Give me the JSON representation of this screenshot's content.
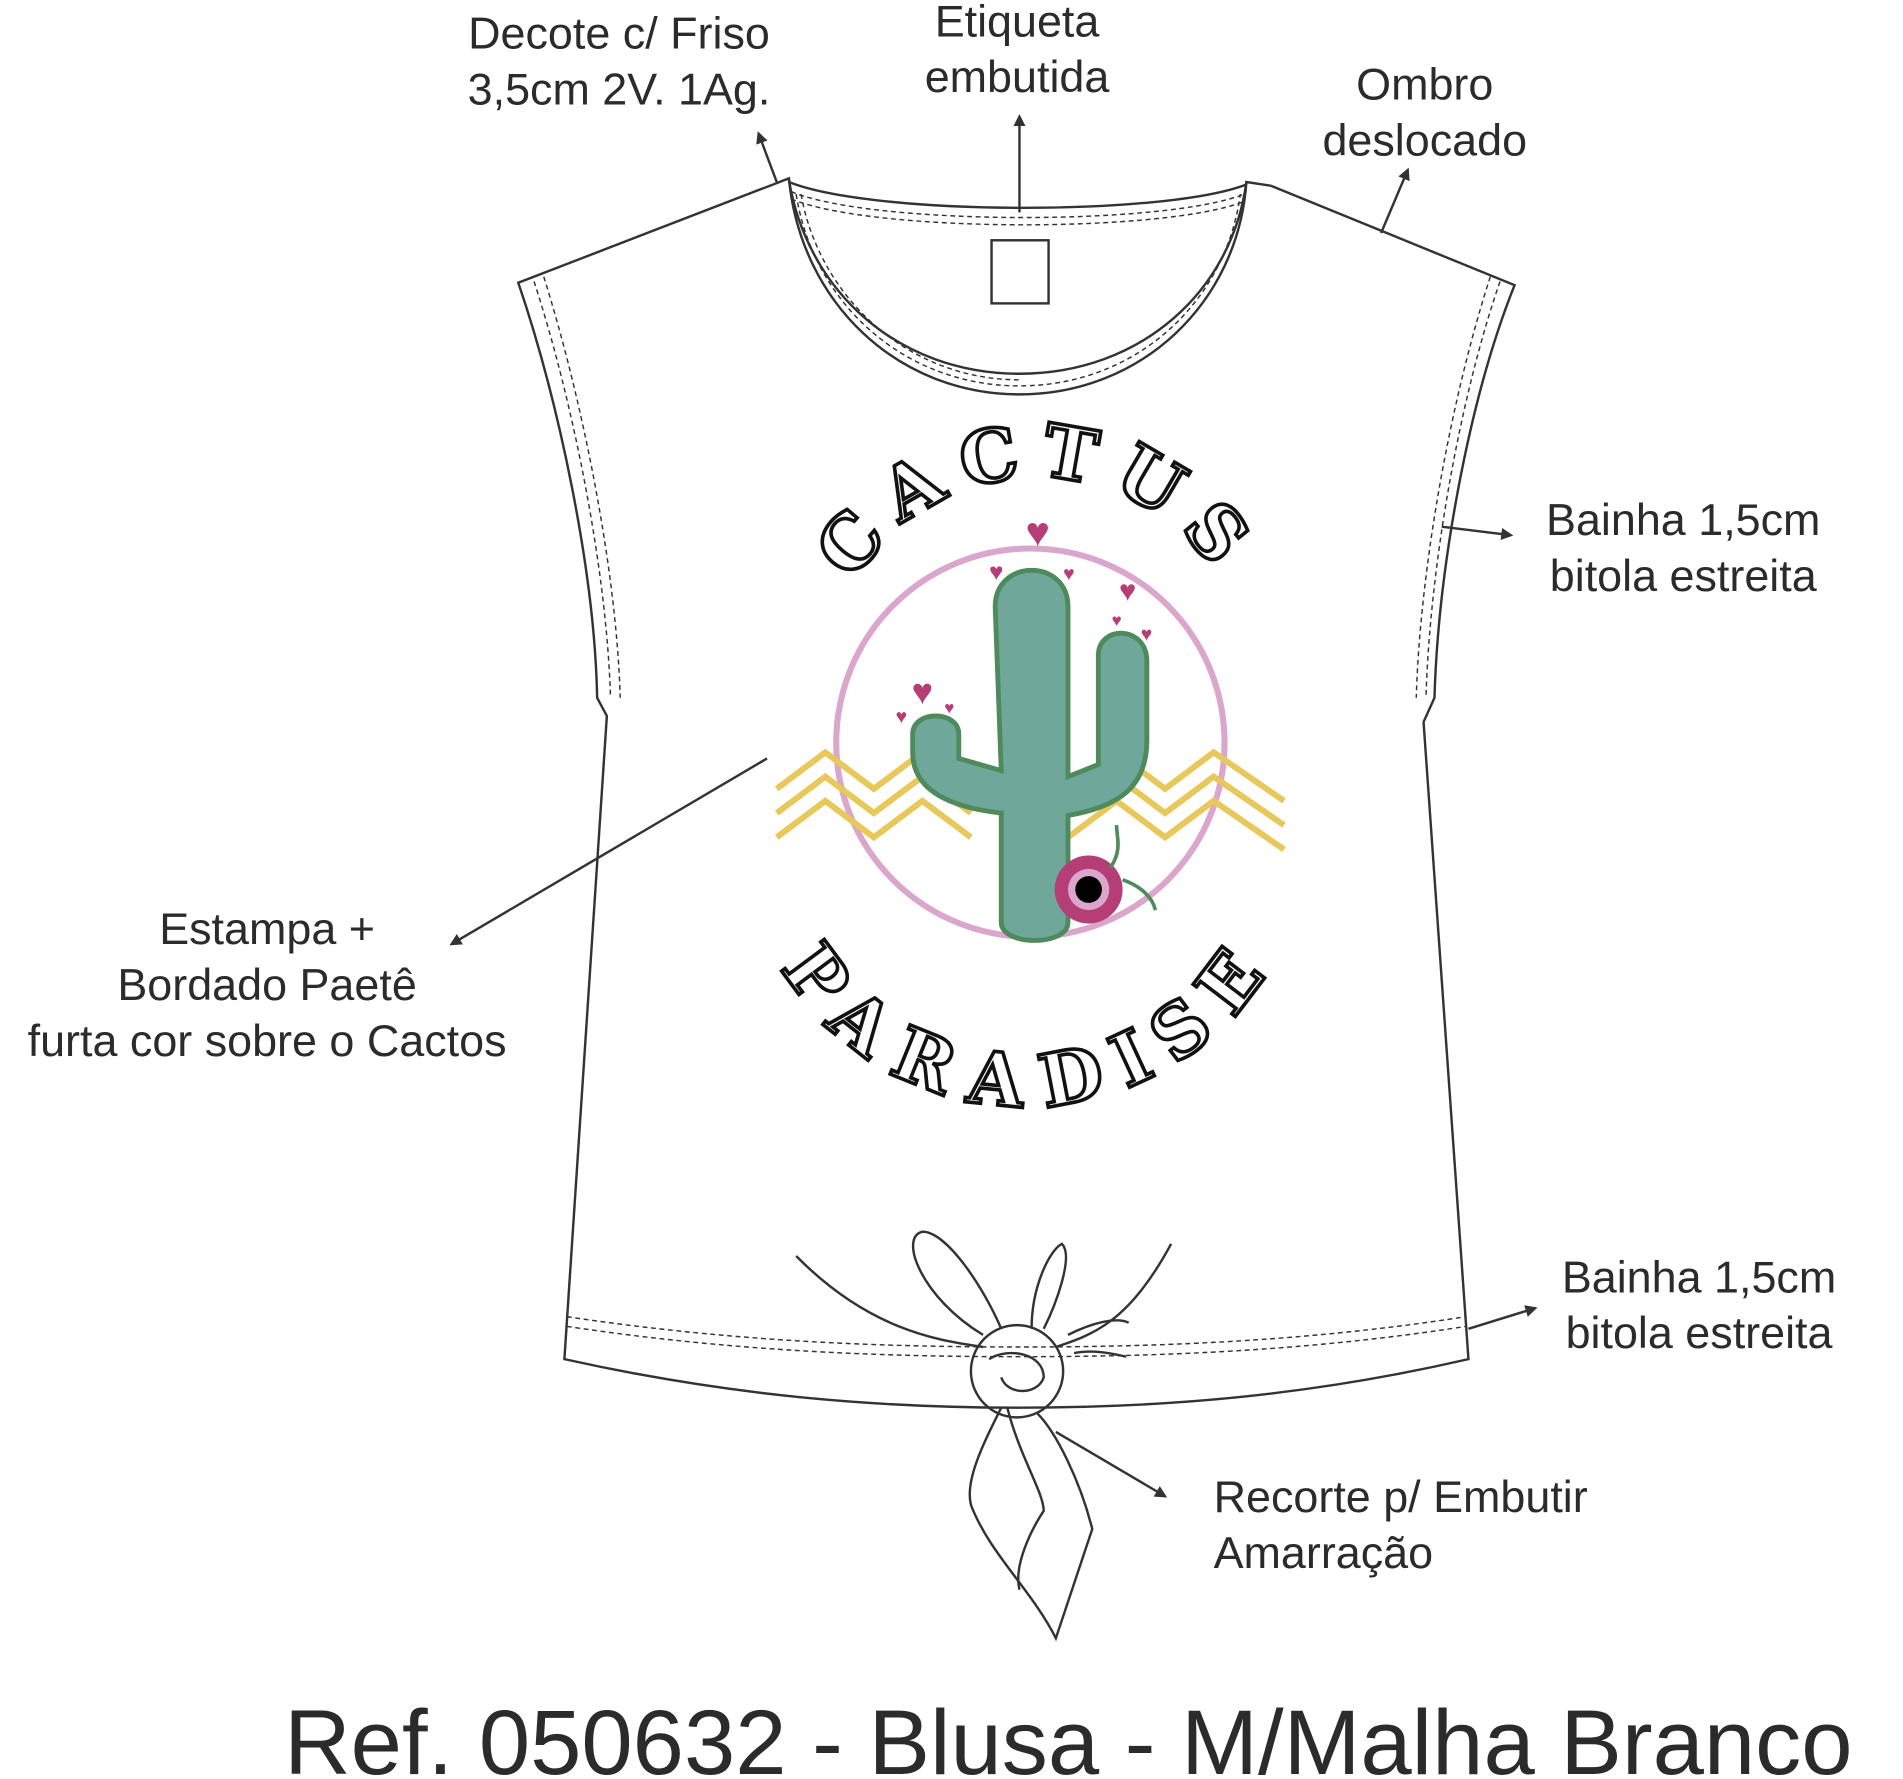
{
  "labels": {
    "neckline": [
      "Decote c/ Friso",
      "3,5cm 2V. 1Ag."
    ],
    "label_tag": [
      "Etiqueta",
      "embutida"
    ],
    "shoulder": [
      "Ombro",
      "deslocado"
    ],
    "sleeve_hem": [
      "Bainha 1,5cm",
      "bitola estreita"
    ],
    "print": [
      "Estampa +",
      "Bordado Paetê",
      "furta cor sobre o Cactos"
    ],
    "bottom_hem": [
      "Bainha 1,5cm",
      "bitola estreita"
    ],
    "cutout": [
      "Recorte p/ Embutir",
      "Amarração"
    ]
  },
  "artwork": {
    "top_text": "CACTUS",
    "bottom_text": "PARADISE",
    "colors": {
      "circle": "#dba6cc",
      "zigzag": "#e8c85a",
      "cactus": "#6fa79a",
      "heart": "#b53e77"
    }
  },
  "title": "Ref. 050632 - Blusa - M/Malha Branco"
}
